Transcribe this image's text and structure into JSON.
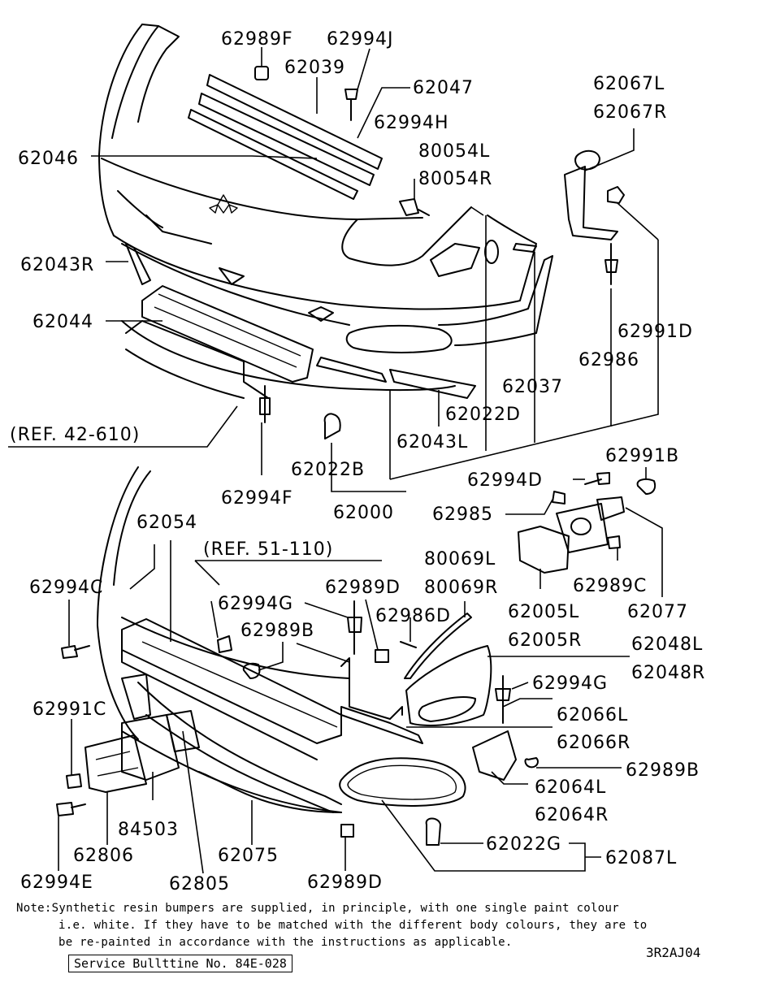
{
  "labels": {
    "p62989F_top": "62989F",
    "p62994J": "62994J",
    "p62039": "62039",
    "p62047": "62047",
    "p62994H": "62994H",
    "p80054L": "80054L",
    "p80054R": "80054R",
    "p62067L": "62067L",
    "p62067R": "62067R",
    "p62046": "62046",
    "p62043R": "62043R",
    "p62044": "62044",
    "p62991D": "62991D",
    "p62986": "62986",
    "p62037": "62037",
    "p62022D": "62022D",
    "p62043L": "62043L",
    "ref_42_610": "(REF. 42-610)",
    "p62022B": "62022B",
    "p62994F": "62994F",
    "p62000": "62000",
    "p62991B": "62991B",
    "p62994D": "62994D",
    "p62985": "62985",
    "p62054": "62054",
    "ref_51_110": "(REF. 51-110)",
    "p80069L": "80069L",
    "p80069R": "80069R",
    "p62989C": "62989C",
    "p62994C": "62994C",
    "p62994G_left": "62994G",
    "p62989D_top": "62989D",
    "p62986D": "62986D",
    "p62005L": "62005L",
    "p62005R": "62005R",
    "p62077": "62077",
    "p62989B_left": "62989B",
    "p62048L": "62048L",
    "p62048R": "62048R",
    "p62994G_right": "62994G",
    "p62991C": "62991C",
    "p62066L": "62066L",
    "p62066R": "62066R",
    "p62989B_right": "62989B",
    "p62064L": "62064L",
    "p62064R": "62064R",
    "p84503": "84503",
    "p62022G": "62022G",
    "p62087L": "62087L",
    "p62806": "62806",
    "p62075": "62075",
    "p62994E": "62994E",
    "p62805": "62805",
    "p62989D_bottom": "62989D"
  },
  "note": {
    "line1": "Note:Synthetic resin bumpers are supplied, in principle, with one single paint colour",
    "line2": "i.e. white. If they have to be matched with the different body colours, they are to",
    "line3": "be re-painted in accordance with the instructions as applicable."
  },
  "drawing_code": "3R2AJ04",
  "service_bulletin": "Service Bullttine No. 84E-028"
}
